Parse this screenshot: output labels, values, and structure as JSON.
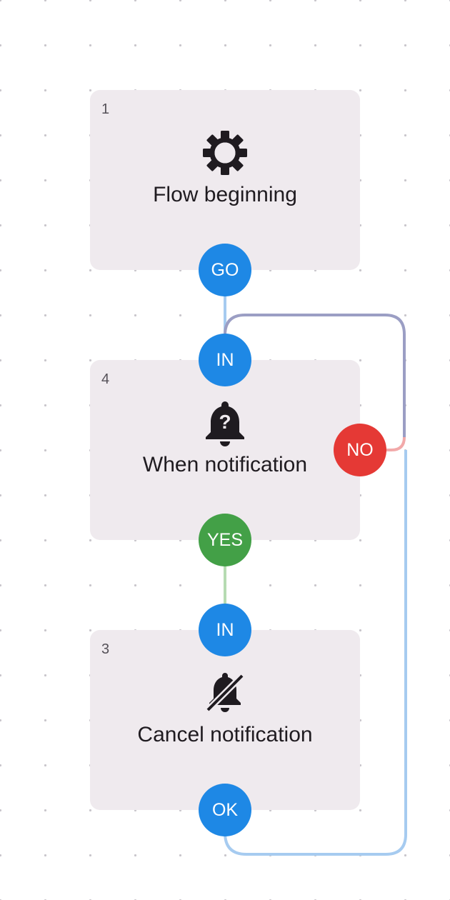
{
  "nodes": [
    {
      "id": "flow-beginning",
      "number": "1",
      "label": "Flow beginning",
      "icon": "gear-icon"
    },
    {
      "id": "when-notification",
      "number": "4",
      "label": "When notification",
      "icon": "bell-question-icon"
    },
    {
      "id": "cancel-notification",
      "number": "3",
      "label": "Cancel notification",
      "icon": "bell-off-icon"
    }
  ],
  "ports": {
    "node1_out": "GO",
    "node4_in": "IN",
    "node4_yes": "YES",
    "node4_no": "NO",
    "node3_in": "IN",
    "node3_out": "OK"
  },
  "colors": {
    "port_default": "#1e88e5",
    "port_yes": "#43a047",
    "port_no": "#e53935",
    "node_background": "#efeaee",
    "wire_go": "#a6cbf0",
    "wire_yes": "#b6dbb2",
    "wire_no": "#f2a9a9",
    "wire_loop": "#9b9ec4"
  }
}
